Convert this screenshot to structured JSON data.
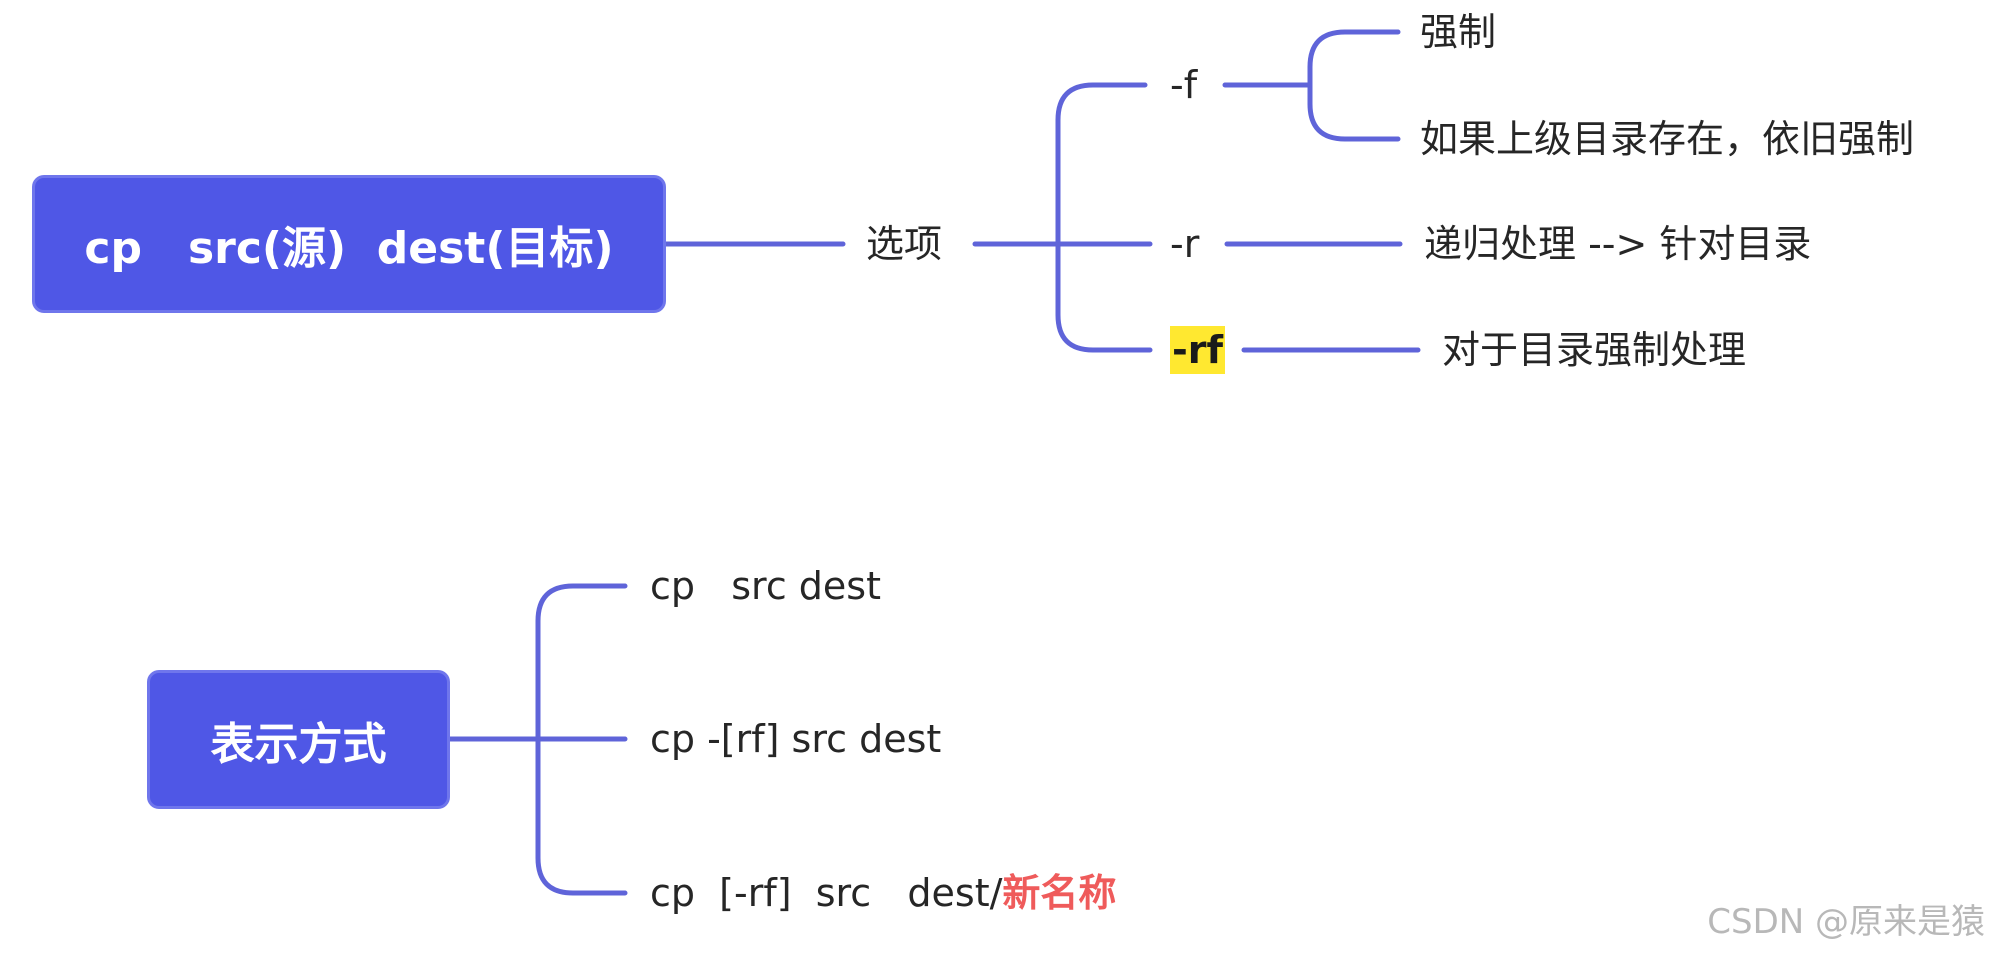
{
  "colors": {
    "node_fill": "#4f57e6",
    "connector": "#5f64d9",
    "highlight": "#ffe830",
    "accent_red": "#ef5b5b"
  },
  "root_cp": {
    "label": "cp   src(源)  dest(目标)"
  },
  "options": {
    "label": "选项",
    "f": {
      "label": "-f",
      "children": [
        "强制",
        "如果上级目录存在，依旧强制"
      ]
    },
    "r": {
      "label": "-r",
      "desc": "递归处理 --> 针对目录"
    },
    "rf": {
      "label": "-rf",
      "desc": "对于目录强制处理"
    }
  },
  "representation": {
    "label": "表示方式",
    "items": [
      "cp   src dest",
      "cp -[rf] src dest"
    ],
    "item3_prefix": "cp  [-rf]  src   dest/",
    "item3_highlight": "新名称"
  },
  "watermark": "CSDN @原来是猿"
}
